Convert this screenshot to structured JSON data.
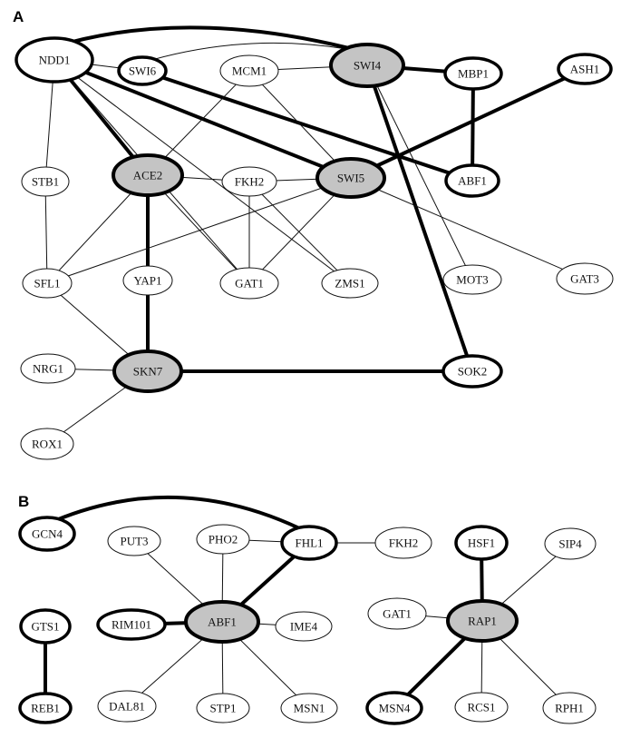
{
  "panels": [
    {
      "id": "A",
      "label": "A"
    },
    {
      "id": "B",
      "label": "B"
    }
  ],
  "colors": {
    "hub_fill": "#c4c4c4",
    "stroke": "#000000",
    "background": "#ffffff"
  },
  "nodes": {
    "NDD1": {
      "label": "NDD1",
      "style": "bold"
    },
    "SWI6": {
      "label": "SWI6",
      "style": "bold"
    },
    "MCM1": {
      "label": "MCM1",
      "style": "normal"
    },
    "SWI4": {
      "label": "SWI4",
      "style": "hub"
    },
    "MBP1": {
      "label": "MBP1",
      "style": "bold"
    },
    "ASH1": {
      "label": "ASH1",
      "style": "bold"
    },
    "STB1": {
      "label": "STB1",
      "style": "normal"
    },
    "ACE2": {
      "label": "ACE2",
      "style": "hub"
    },
    "FKH2": {
      "label": "FKH2",
      "style": "normal"
    },
    "SWI5": {
      "label": "SWI5",
      "style": "hub"
    },
    "ABF1": {
      "label": "ABF1",
      "style": "bold"
    },
    "SFL1": {
      "label": "SFL1",
      "style": "normal"
    },
    "YAP1": {
      "label": "YAP1",
      "style": "normal"
    },
    "GAT1": {
      "label": "GAT1",
      "style": "normal"
    },
    "ZMS1": {
      "label": "ZMS1",
      "style": "normal"
    },
    "MOT3": {
      "label": "MOT3",
      "style": "normal"
    },
    "GAT3": {
      "label": "GAT3",
      "style": "normal"
    },
    "NRG1": {
      "label": "NRG1",
      "style": "normal"
    },
    "SKN7": {
      "label": "SKN7",
      "style": "hub"
    },
    "SOK2": {
      "label": "SOK2",
      "style": "bold"
    },
    "ROX1": {
      "label": "ROX1",
      "style": "normal"
    },
    "B_GCN4": {
      "label": "GCN4",
      "style": "bold"
    },
    "B_PUT3": {
      "label": "PUT3",
      "style": "normal"
    },
    "B_PHO2": {
      "label": "PHO2",
      "style": "normal"
    },
    "B_FHL1": {
      "label": "FHL1",
      "style": "bold"
    },
    "B_FKH2": {
      "label": "FKH2",
      "style": "normal"
    },
    "B_HSF1": {
      "label": "HSF1",
      "style": "bold"
    },
    "B_SIP4": {
      "label": "SIP4",
      "style": "normal"
    },
    "B_GTS1": {
      "label": "GTS1",
      "style": "bold"
    },
    "B_RIM101": {
      "label": "RIM101",
      "style": "bold"
    },
    "B_ABF1": {
      "label": "ABF1",
      "style": "hub"
    },
    "B_IME4": {
      "label": "IME4",
      "style": "normal"
    },
    "B_GAT1": {
      "label": "GAT1",
      "style": "normal"
    },
    "B_RAP1": {
      "label": "RAP1",
      "style": "hub"
    },
    "B_REB1": {
      "label": "REB1",
      "style": "bold"
    },
    "B_DAL81": {
      "label": "DAL81",
      "style": "normal"
    },
    "B_STP1": {
      "label": "STP1",
      "style": "normal"
    },
    "B_MSN1": {
      "label": "MSN1",
      "style": "normal"
    },
    "B_MSN4": {
      "label": "MSN4",
      "style": "bold"
    },
    "B_RCS1": {
      "label": "RCS1",
      "style": "normal"
    },
    "B_RPH1": {
      "label": "RPH1",
      "style": "normal"
    }
  },
  "edges": [
    {
      "from": "NDD1",
      "to": "SWI4",
      "weight": "thick",
      "curve": true
    },
    {
      "from": "NDD1",
      "to": "SWI6",
      "weight": "thin"
    },
    {
      "from": "SWI6",
      "to": "SWI4",
      "weight": "thin",
      "curve": true
    },
    {
      "from": "SWI6",
      "to": "ABF1",
      "weight": "thick"
    },
    {
      "from": "NDD1",
      "to": "STB1",
      "weight": "thin"
    },
    {
      "from": "NDD1",
      "to": "ACE2",
      "weight": "thick"
    },
    {
      "from": "NDD1",
      "to": "SWI5",
      "weight": "thick"
    },
    {
      "from": "NDD1",
      "to": "GAT1",
      "weight": "thin"
    },
    {
      "from": "NDD1",
      "to": "ZMS1",
      "weight": "thin"
    },
    {
      "from": "MCM1",
      "to": "SWI4",
      "weight": "thin"
    },
    {
      "from": "MCM1",
      "to": "ACE2",
      "weight": "thin"
    },
    {
      "from": "MCM1",
      "to": "SWI5",
      "weight": "thin"
    },
    {
      "from": "SWI4",
      "to": "MBP1",
      "weight": "thick"
    },
    {
      "from": "SWI4",
      "to": "SOK2",
      "weight": "thick"
    },
    {
      "from": "SWI4",
      "to": "MOT3",
      "weight": "thin"
    },
    {
      "from": "MBP1",
      "to": "ABF1",
      "weight": "thick"
    },
    {
      "from": "ASH1",
      "to": "SWI5",
      "weight": "thick"
    },
    {
      "from": "STB1",
      "to": "SFL1",
      "weight": "thin"
    },
    {
      "from": "ACE2",
      "to": "FKH2",
      "weight": "thin"
    },
    {
      "from": "ACE2",
      "to": "SFL1",
      "weight": "thin"
    },
    {
      "from": "ACE2",
      "to": "YAP1",
      "weight": "thick"
    },
    {
      "from": "ACE2",
      "to": "GAT1",
      "weight": "thin"
    },
    {
      "from": "FKH2",
      "to": "SWI5",
      "weight": "thin"
    },
    {
      "from": "FKH2",
      "to": "GAT1",
      "weight": "thin"
    },
    {
      "from": "FKH2",
      "to": "ZMS1",
      "weight": "thin"
    },
    {
      "from": "SWI5",
      "to": "SFL1",
      "weight": "thin"
    },
    {
      "from": "SWI5",
      "to": "GAT1",
      "weight": "thin"
    },
    {
      "from": "SWI5",
      "to": "GAT3",
      "weight": "thin"
    },
    {
      "from": "SFL1",
      "to": "SKN7",
      "weight": "thin"
    },
    {
      "from": "YAP1",
      "to": "SKN7",
      "weight": "thick"
    },
    {
      "from": "NRG1",
      "to": "SKN7",
      "weight": "thin"
    },
    {
      "from": "SKN7",
      "to": "SOK2",
      "weight": "thick"
    },
    {
      "from": "SKN7",
      "to": "ROX1",
      "weight": "thin"
    },
    {
      "from": "B_GCN4",
      "to": "B_FHL1",
      "weight": "thick",
      "curve": true
    },
    {
      "from": "B_FHL1",
      "to": "B_PHO2",
      "weight": "thin"
    },
    {
      "from": "B_FHL1",
      "to": "B_FKH2",
      "weight": "thin"
    },
    {
      "from": "B_FHL1",
      "to": "B_ABF1",
      "weight": "thick"
    },
    {
      "from": "B_PUT3",
      "to": "B_ABF1",
      "weight": "thin"
    },
    {
      "from": "B_PHO2",
      "to": "B_ABF1",
      "weight": "thin"
    },
    {
      "from": "B_RIM101",
      "to": "B_ABF1",
      "weight": "thick"
    },
    {
      "from": "B_ABF1",
      "to": "B_IME4",
      "weight": "thin"
    },
    {
      "from": "B_ABF1",
      "to": "B_DAL81",
      "weight": "thin"
    },
    {
      "from": "B_ABF1",
      "to": "B_STP1",
      "weight": "thin"
    },
    {
      "from": "B_ABF1",
      "to": "B_MSN1",
      "weight": "thin"
    },
    {
      "from": "B_GTS1",
      "to": "B_REB1",
      "weight": "thick"
    },
    {
      "from": "B_HSF1",
      "to": "B_RAP1",
      "weight": "thick"
    },
    {
      "from": "B_SIP4",
      "to": "B_RAP1",
      "weight": "thin"
    },
    {
      "from": "B_GAT1",
      "to": "B_RAP1",
      "weight": "thin"
    },
    {
      "from": "B_RAP1",
      "to": "B_MSN4",
      "weight": "thick"
    },
    {
      "from": "B_RAP1",
      "to": "B_RCS1",
      "weight": "thin"
    },
    {
      "from": "B_RAP1",
      "to": "B_RPH1",
      "weight": "thin"
    }
  ]
}
